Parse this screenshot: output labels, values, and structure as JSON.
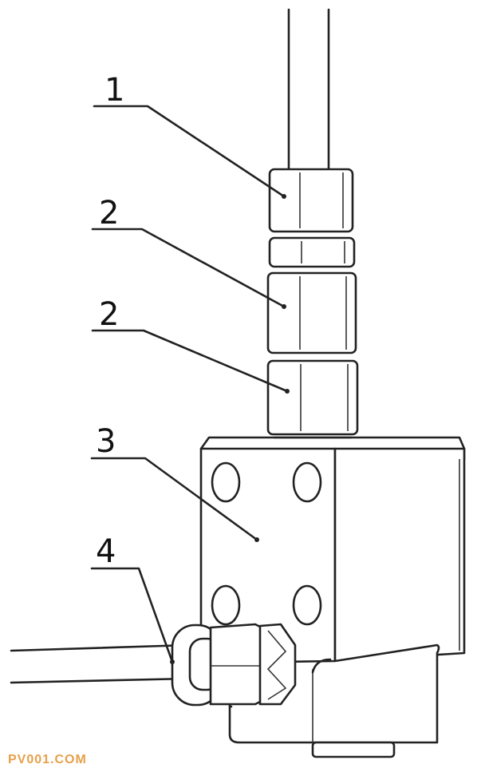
{
  "callouts": [
    {
      "label": "1",
      "part": "fitting-nut"
    },
    {
      "label": "2",
      "part": "upper-hex-nut"
    },
    {
      "label": "2",
      "part": "lower-hex-nut"
    },
    {
      "label": "3",
      "part": "valve-block"
    },
    {
      "label": "4",
      "part": "side-pipe-fitting"
    }
  ],
  "watermark": "PV001.COM",
  "colors": {
    "line": "#222222",
    "background": "#ffffff",
    "watermark": "#e8a04a"
  }
}
